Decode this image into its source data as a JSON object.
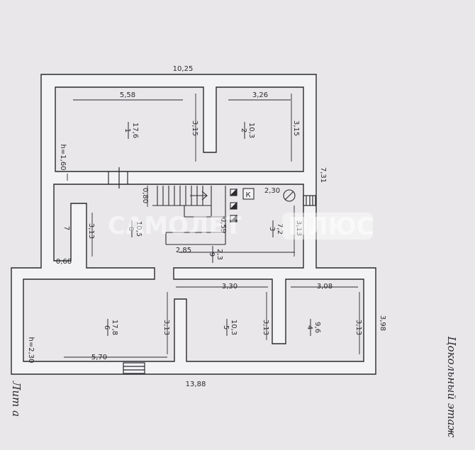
{
  "floor": {
    "title": "Цокольный этаж",
    "lit": "Лит а"
  },
  "dimensions": {
    "top_overall": "10,25",
    "bottom_overall": "13,88",
    "right_upper": "7,31",
    "right_lower": "3,98",
    "room1_width": "5,58",
    "room1_height": "3,15",
    "room1_ceiling": "h=1,60",
    "room2_width": "3,26",
    "room2_height": "3,15",
    "stair_080": "0,80",
    "stair_059": "0,59",
    "room3_230": "2,30",
    "room3_313": "3,13",
    "room8_313": "3,13",
    "room8_068": "0,68",
    "room8_seven": "7",
    "room8_285": "2,85",
    "room5_330": "3,30",
    "room4_308": "3,08",
    "room6_570": "5,70",
    "room6_ceiling": "h=2,30",
    "room6_313": "3,13",
    "room5_313": "3,13",
    "room4_313": "3,13"
  },
  "rooms": [
    {
      "num": "1",
      "area": "17,6"
    },
    {
      "num": "2",
      "area": "10,3"
    },
    {
      "num": "3",
      "area": "7,2"
    },
    {
      "num": "4",
      "area": "9,6"
    },
    {
      "num": "5",
      "area": "10,3"
    },
    {
      "num": "6",
      "area": "17,8"
    },
    {
      "num": "8",
      "area": "10,5"
    },
    {
      "num": "9",
      "area": "2,3"
    }
  ],
  "symbols": {
    "k_label": "К"
  },
  "watermark": {
    "left": "САМОЛЕТ",
    "right": "ПЛЮС"
  },
  "colors": {
    "paper": "#e9e7ea",
    "ink": "#2a2a2e",
    "wall_fill": "#f3f2f4"
  }
}
